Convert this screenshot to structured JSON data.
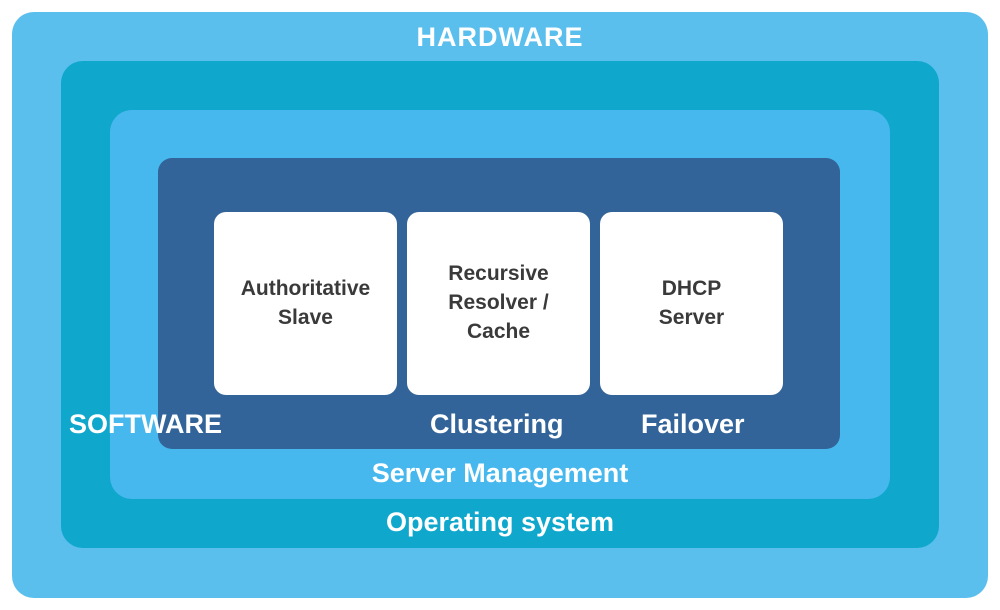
{
  "layers": {
    "hardware": "HARDWARE",
    "operating_system": "Operating system",
    "server_management": "Server Management",
    "software": "SOFTWARE",
    "clustering": "Clustering",
    "failover": "Failover"
  },
  "cards": [
    {
      "label": "Authoritative\nSlave"
    },
    {
      "label": "Recursive\nResolver /\nCache"
    },
    {
      "label": "DHCP\nServer"
    }
  ],
  "colors": {
    "hardware": "#5bbfee",
    "operating_system": "#0fa7cc",
    "server_management": "#46b8ee",
    "software": "#326499",
    "card": "#ffffff",
    "card_text": "#3a3a3a"
  }
}
